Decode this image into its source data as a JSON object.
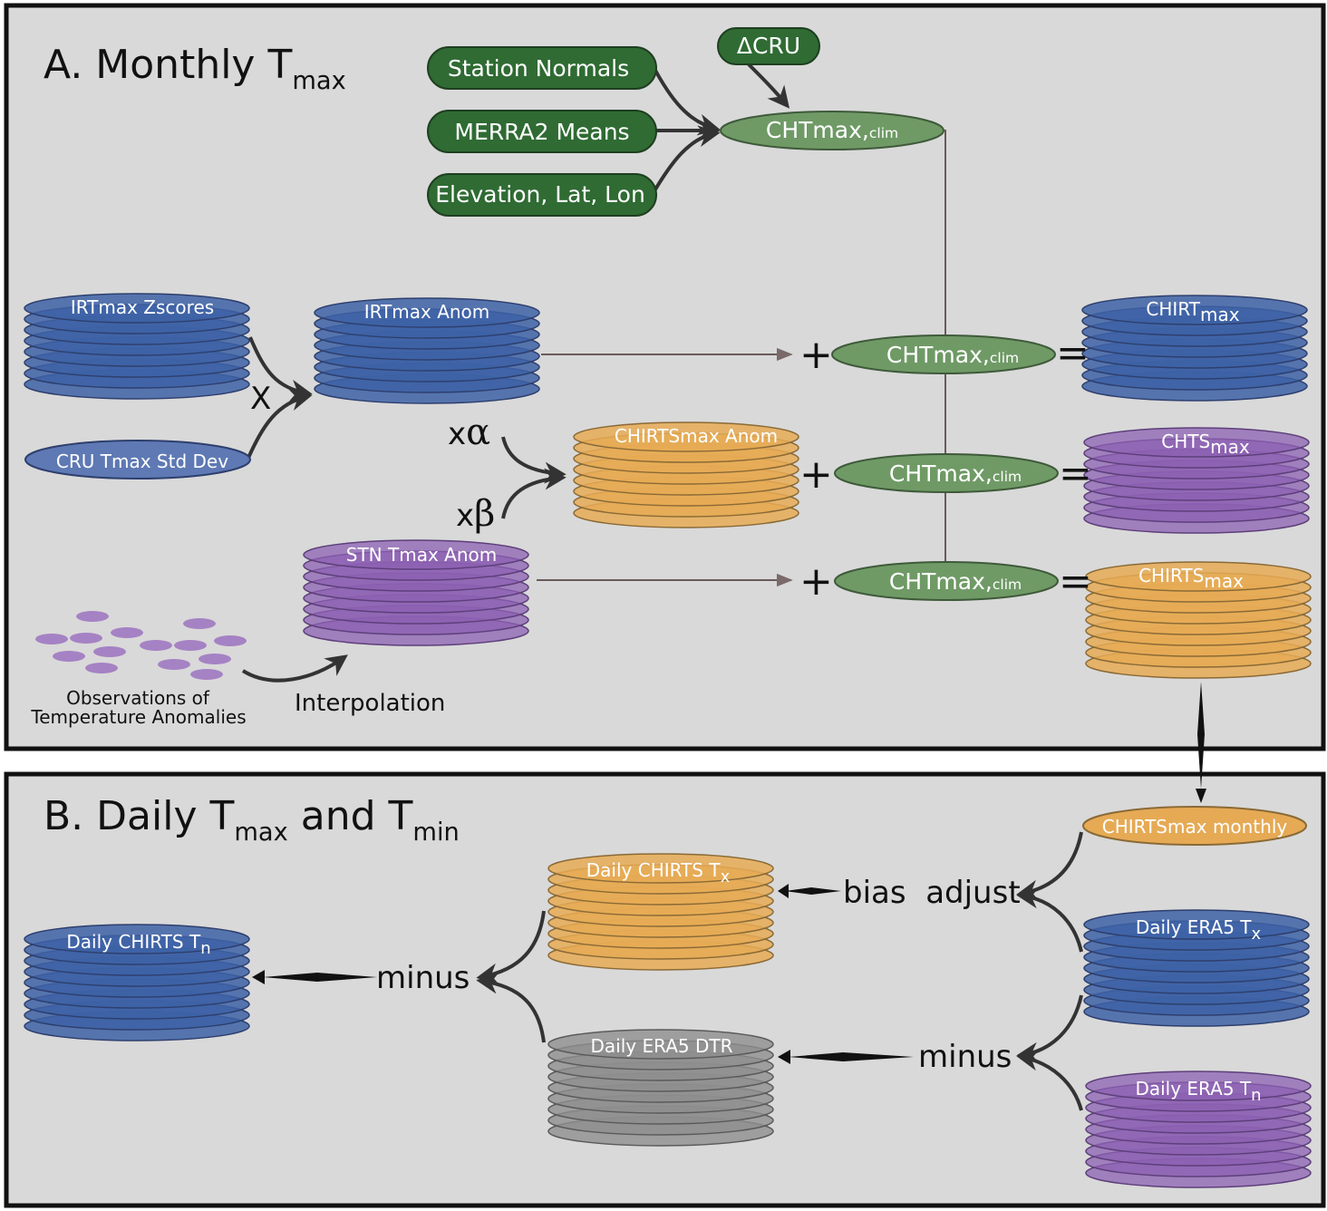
{
  "panel_a": {
    "title": "A. Monthly T",
    "title_sub": "max"
  },
  "panel_b": {
    "title_t1": "B. Daily T",
    "title_sub1": "max",
    "title_and": " and T",
    "title_sub2": "min"
  },
  "inputs": {
    "delta_cru": "ΔCRU",
    "station_normals": "Station Normals",
    "merra2_means": "MERRA2 Means",
    "elevation": "Elevation, Lat, Lon"
  },
  "clim": {
    "main": "CHTmax,",
    "sub": "clim"
  },
  "stacks": {
    "irtmax_zscores": "IRTmax Zscores",
    "cru_std": "CRU Tmax Std Dev",
    "irtmax_anom": "IRTmax Anom",
    "chirtsmax_anom": "CHIRTSmax Anom",
    "stn_anom": "STN Tmax Anom",
    "chirt_max": {
      "main": "CHIRT",
      "sub": "max"
    },
    "chts_max": {
      "main": "CHTS",
      "sub": "max"
    },
    "chirts_max": {
      "main": "CHIRTS",
      "sub": "max"
    },
    "chirtsmax_monthly": "CHIRTSmax monthly",
    "daily_chirts_tx": {
      "main": "Daily CHIRTS T",
      "sub": "x"
    },
    "daily_era5_tx": {
      "main": "Daily ERA5 T",
      "sub": "x"
    },
    "daily_chirts_tn": {
      "main": "Daily CHIRTS T",
      "sub": "n"
    },
    "daily_era5_dtr": "Daily ERA5 DTR",
    "daily_era5_tn": {
      "main": "Daily ERA5 T",
      "sub": "n"
    }
  },
  "ops": {
    "times": "X",
    "x_alpha": "x",
    "alpha": "α",
    "x_beta": "x",
    "beta": "β",
    "plus": "+",
    "equals": "=",
    "interpolation": "Interpolation",
    "observations_line1": "Observations of",
    "observations_line2": "Temperature Anomalies",
    "bias_adjust": "bias  adjust",
    "minus": "minus"
  },
  "colors": {
    "background": "#d9d9d9",
    "green_dark": "#2f6b33",
    "green_light": "#6f9a66",
    "blue": "#3d62a6",
    "purple": "#8c60b3",
    "orange": "#e6aa55",
    "gray": "#8e8e8e"
  }
}
